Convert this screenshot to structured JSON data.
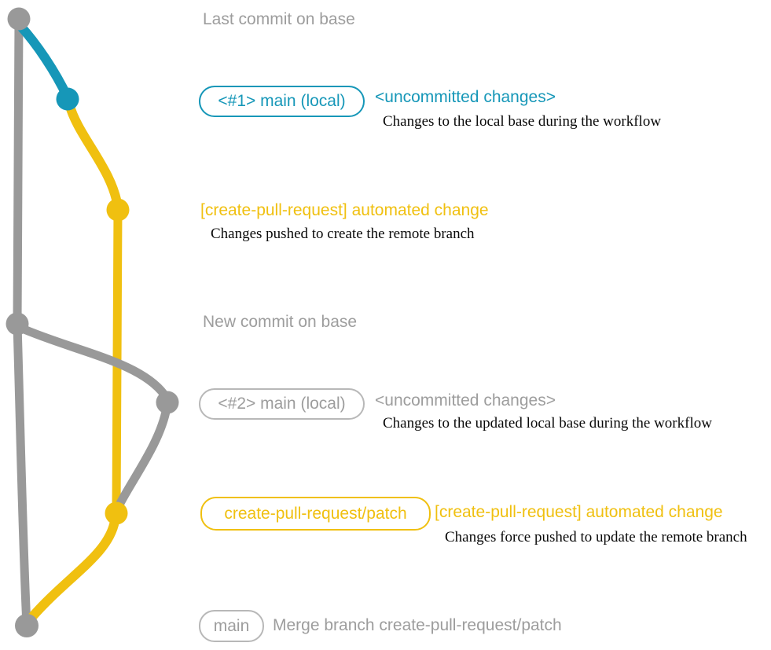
{
  "colors": {
    "base_gray": "#999999",
    "local_teal": "#1697b8",
    "branch_yellow": "#f0c010",
    "detail_text": "#0a0a0a"
  },
  "graph": {
    "nodes": [
      {
        "id": "last-commit-on-base",
        "color": "gray"
      },
      {
        "id": "local-main-commit-1",
        "color": "teal"
      },
      {
        "id": "remote-branch-commit-1",
        "color": "yellow"
      },
      {
        "id": "new-commit-on-base",
        "color": "gray"
      },
      {
        "id": "local-main-commit-2",
        "color": "gray"
      },
      {
        "id": "remote-branch-commit-2",
        "color": "yellow"
      },
      {
        "id": "merge-commit-on-base",
        "color": "gray"
      }
    ]
  },
  "rows": {
    "r1": {
      "title": "Last commit on base"
    },
    "r2": {
      "pill": "<#1> main (local)",
      "note": "<uncommitted changes>",
      "detail": "Changes to the local base during the workflow"
    },
    "r3": {
      "note": "[create-pull-request] automated change",
      "detail": "Changes pushed to create the remote branch"
    },
    "r4": {
      "title": "New commit on base"
    },
    "r5": {
      "pill": "<#2> main (local)",
      "note": "<uncommitted changes>",
      "detail": "Changes to the updated local base during the workflow"
    },
    "r6": {
      "pill": "create-pull-request/patch",
      "note": "[create-pull-request] automated change",
      "detail": "Changes force pushed to update the remote branch"
    },
    "r7": {
      "pill": "main",
      "note": "Merge branch create-pull-request/patch"
    }
  }
}
